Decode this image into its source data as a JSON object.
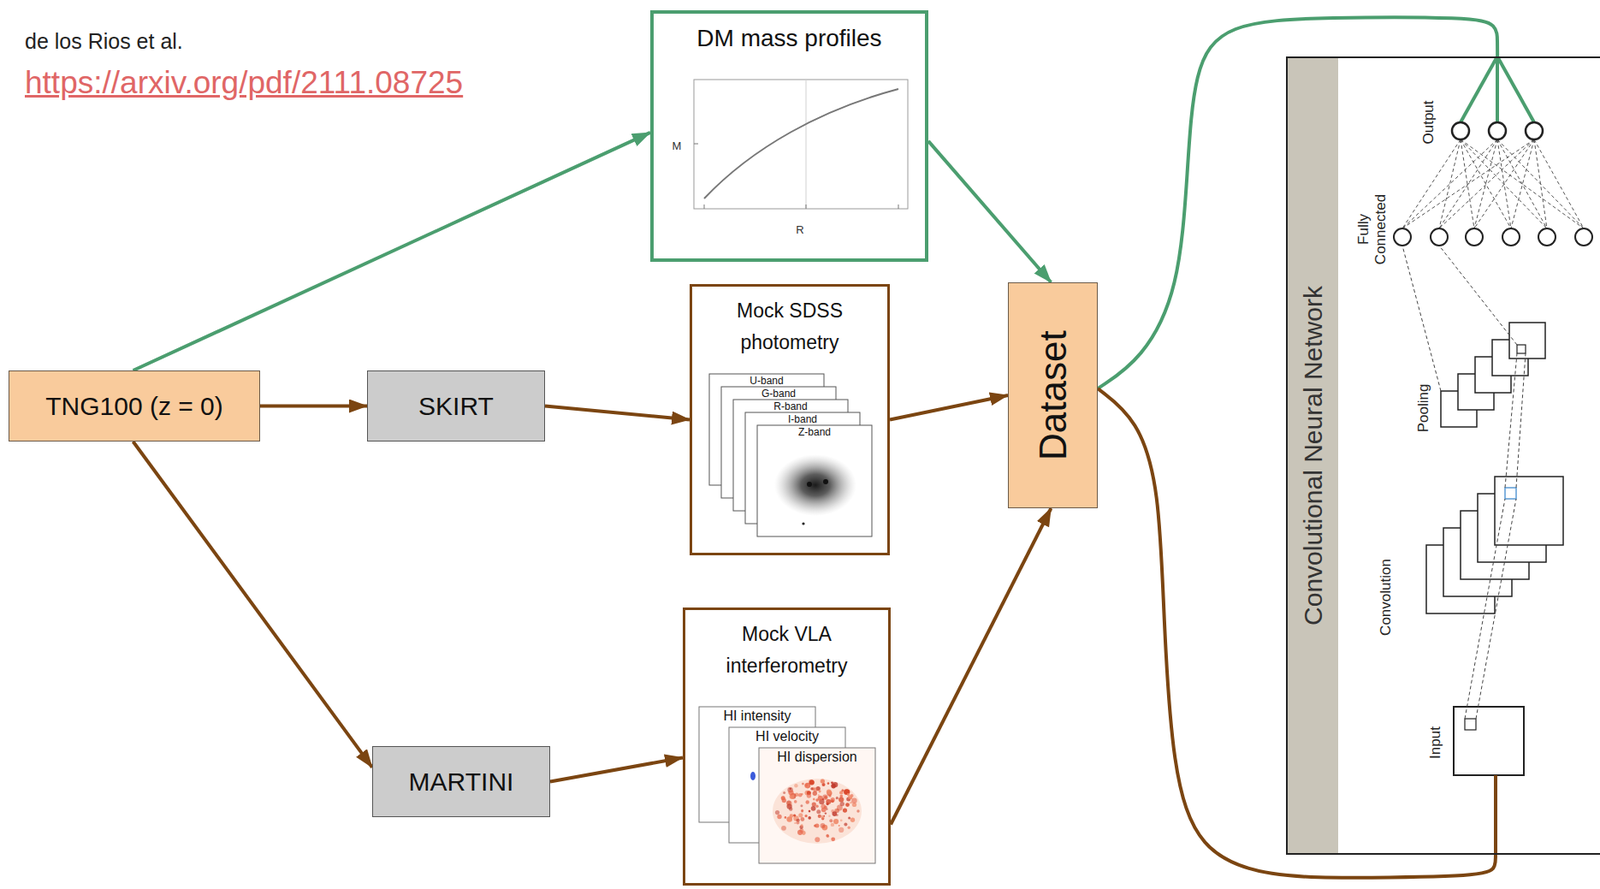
{
  "diagram": {
    "nodes": [
      {
        "text": [
          "TNG100 (z = 0)"
        ]
      },
      {
        "text": [
          "DM mass profiles"
        ]
      },
      {
        "text": [
          "SKIRT"
        ]
      },
      {
        "text": [
          "Mock SDSS photometry"
        ]
      },
      {
        "text": [
          "U-band"
        ],
        "in": 3
      },
      {
        "text": [
          "G-band"
        ],
        "in": 3
      },
      {
        "text": [
          "R-band"
        ],
        "in": 3
      },
      {
        "text": [
          "I-band"
        ],
        "in": 3
      },
      {
        "text": [
          "Z-band"
        ],
        "in": 3
      },
      {
        "text": [
          "MARTINI"
        ]
      },
      {
        "text": [
          "Mock VLA interferometry"
        ]
      },
      {
        "text": [
          "HI intensity"
        ],
        "in": 10
      },
      {
        "text": [
          "HI velocity"
        ],
        "in": 10
      },
      {
        "text": [
          "HI dispersion"
        ],
        "in": 10
      },
      {
        "text": [
          "Dataset"
        ]
      },
      {
        "text": [
          "Convolutional Neural Network"
        ]
      }
    ],
    "edges": [
      {
        "from": 0,
        "to": 1,
        "arrow": "to"
      },
      {
        "from": 0,
        "to": 2,
        "arrow": "to"
      },
      {
        "from": 0,
        "to": 9,
        "arrow": "to"
      },
      {
        "from": 2,
        "to": 3,
        "arrow": "to"
      },
      {
        "from": 9,
        "to": 10,
        "arrow": "to"
      },
      {
        "from": 1,
        "to": 14,
        "arrow": "to"
      },
      {
        "from": 3,
        "to": 14,
        "arrow": "to"
      },
      {
        "from": 10,
        "to": 14,
        "arrow": "to"
      },
      {
        "from": 14,
        "to": 15,
        "arrow": "none"
      },
      {
        "from": 14,
        "to": 15,
        "arrow": "none"
      }
    ],
    "labels": [
      "de los Rios et al.",
      "https://arxiv.org/pdf/2111.08725",
      "M",
      "R",
      "Output",
      "Fully Connected",
      "Pooling",
      "Convolution",
      "Input"
    ]
  }
}
